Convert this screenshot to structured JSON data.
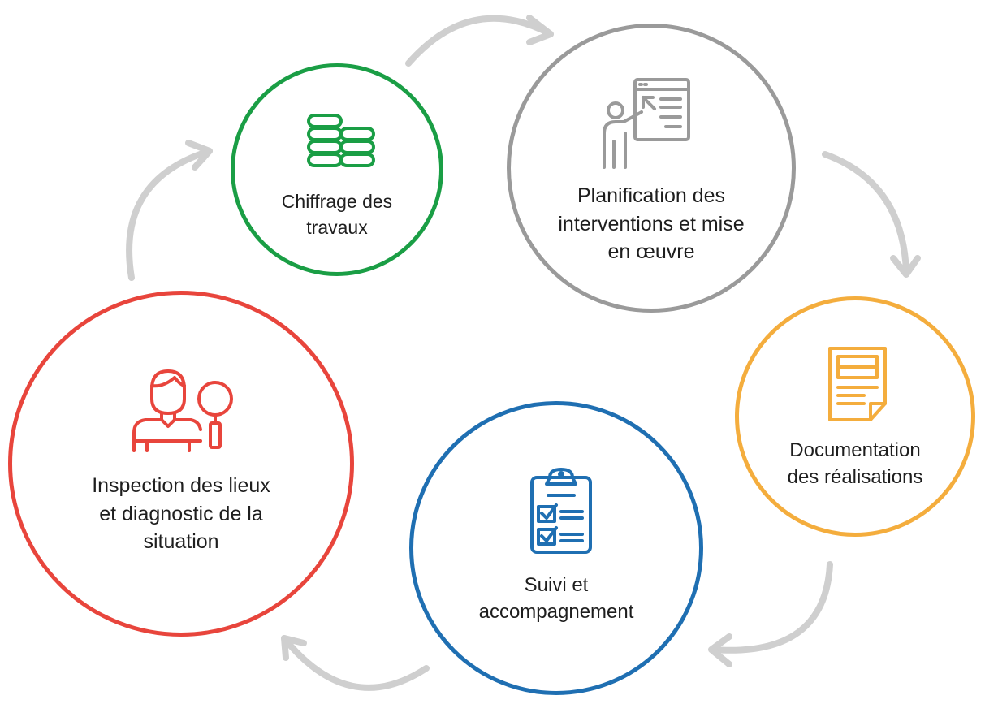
{
  "steps": [
    {
      "id": "chiffrage",
      "label": "Chiffrage des\ntravaux",
      "color": "#1a9e45",
      "icon": "coins-stack-icon"
    },
    {
      "id": "planification",
      "label": "Planification des\ninterventions et mise\nen œuvre",
      "color": "#9a9a9a",
      "icon": "presenter-board-icon"
    },
    {
      "id": "documentation",
      "label": "Documentation\ndes réalisations",
      "color": "#f4ad3d",
      "icon": "document-icon"
    },
    {
      "id": "suivi",
      "label": "Suivi et\naccompagnement",
      "color": "#1f6fb2",
      "icon": "clipboard-checklist-icon"
    },
    {
      "id": "inspection",
      "label": "Inspection des lieux\net diagnostic de la\nsituation",
      "color": "#e8453c",
      "icon": "inspector-magnifier-icon"
    }
  ],
  "arrow_color": "#cfcfcf"
}
